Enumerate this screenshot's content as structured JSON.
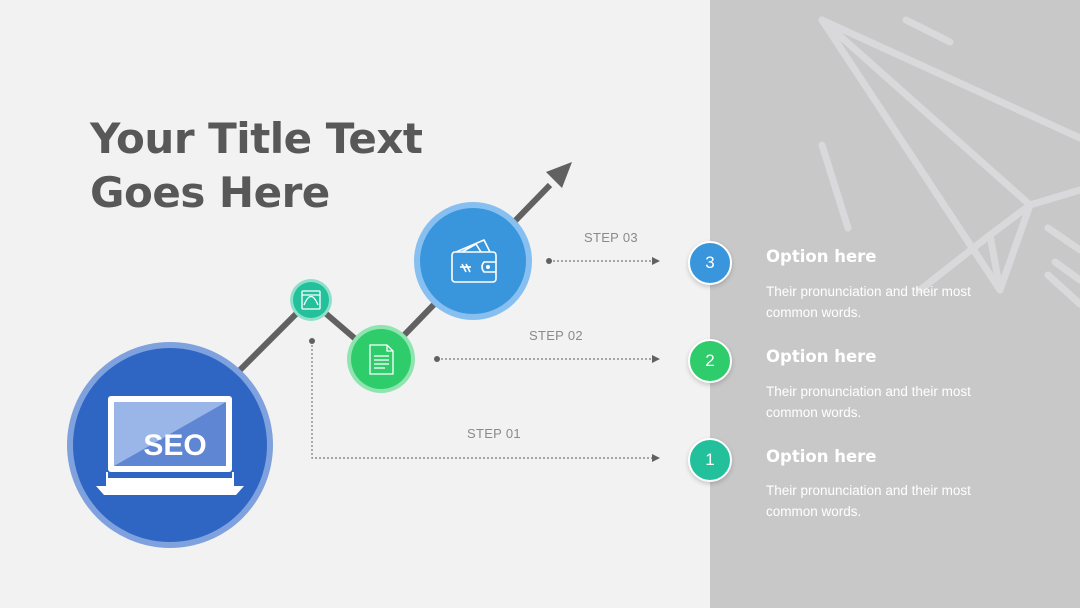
{
  "title": {
    "line1": "Your Title Text",
    "line2": "Goes Here"
  },
  "seo_label": "SEO",
  "steps": [
    {
      "label": "STEP 01",
      "number": "1",
      "color": "#22c19c"
    },
    {
      "label": "STEP 02",
      "number": "2",
      "color": "#2fcc6b"
    },
    {
      "label": "STEP 03",
      "number": "3",
      "color": "#3a96dc"
    }
  ],
  "options": [
    {
      "title": "Option here",
      "description": "Their pronunciation and their most common words."
    },
    {
      "title": "Option here",
      "description": "Their pronunciation and their most common words."
    },
    {
      "title": "Option here",
      "description": "Their pronunciation and their most common words."
    }
  ],
  "icons": {
    "laptop": "laptop-icon",
    "design": "vector-design-icon",
    "document": "document-icon",
    "wallet": "wallet-icon",
    "plane": "paper-plane-icon",
    "arrow": "growth-arrow-icon"
  },
  "colors": {
    "background": "#f2f2f2",
    "panel": "#c8c8c9",
    "title": "#585858",
    "seo_blue": "#2f66c4",
    "design_teal": "#22c19c",
    "document_green": "#2fcc6b",
    "wallet_blue": "#3a96dc",
    "trend_line": "#616161"
  }
}
